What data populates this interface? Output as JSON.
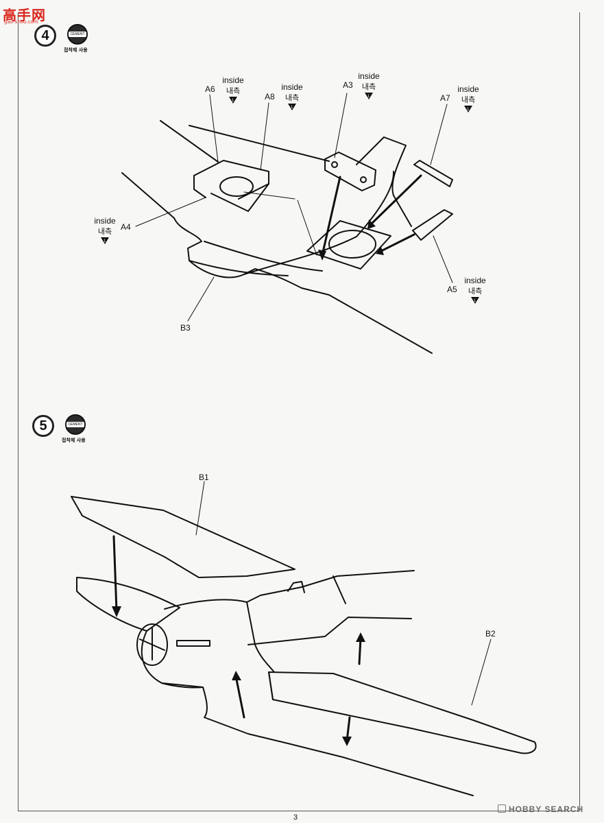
{
  "site_logo": {
    "main": "高手网",
    "sub": "gao-shou.com"
  },
  "cement": {
    "tag": "CEMENT",
    "label": "접착제 사용"
  },
  "steps": [
    {
      "number": "4",
      "parts": [
        "A6",
        "A8",
        "A3",
        "A7",
        "A4",
        "A5",
        "B3"
      ],
      "notes": [
        {
          "en": "inside",
          "ko": "내측"
        },
        {
          "en": "inside",
          "ko": "내측"
        },
        {
          "en": "inside",
          "ko": "내측"
        },
        {
          "en": "inside",
          "ko": "내측"
        },
        {
          "en": "inside",
          "ko": "내측"
        },
        {
          "en": "inside",
          "ko": "내측"
        }
      ]
    },
    {
      "number": "5",
      "parts": [
        "B1",
        "B2"
      ]
    }
  ],
  "page_number": "3",
  "watermark": "HOBBY SEARCH"
}
